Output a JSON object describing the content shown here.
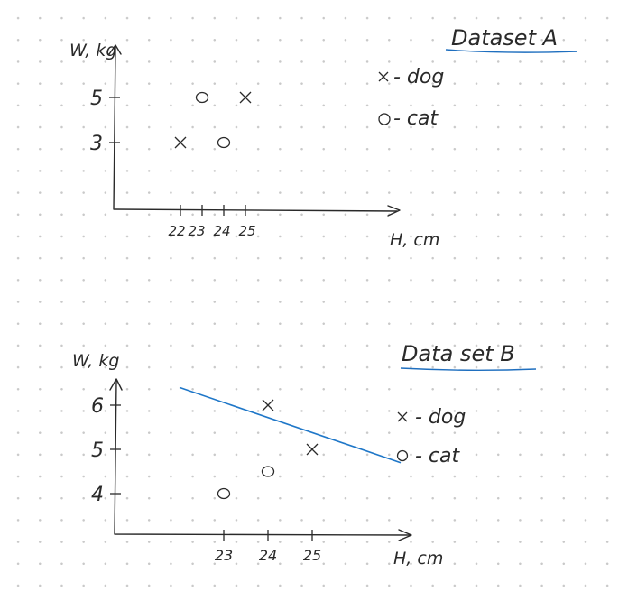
{
  "chart_data": [
    {
      "type": "scatter",
      "title": "Dataset A",
      "xlabel": "H, cm",
      "ylabel": "W, kg",
      "x_ticks": [
        "22",
        "23",
        "24",
        "25"
      ],
      "y_ticks": [
        "5",
        "3"
      ],
      "legend": [
        {
          "symbol": "x",
          "label": "- dog"
        },
        {
          "symbol": "o",
          "label": "- cat"
        }
      ],
      "series": [
        {
          "name": "dog",
          "marker": "x",
          "points": [
            [
              22,
              3
            ],
            [
              25,
              5
            ]
          ]
        },
        {
          "name": "cat",
          "marker": "o",
          "points": [
            [
              23,
              5
            ],
            [
              24,
              3
            ]
          ]
        }
      ]
    },
    {
      "type": "scatter",
      "title": "Data set B",
      "xlabel": "H, cm",
      "ylabel": "W, kg",
      "x_ticks": [
        "23",
        "24",
        "25"
      ],
      "y_ticks": [
        "6",
        "5",
        "4"
      ],
      "legend": [
        {
          "symbol": "x",
          "label": "- dog"
        },
        {
          "symbol": "o",
          "label": "- cat"
        }
      ],
      "series": [
        {
          "name": "dog",
          "marker": "x",
          "points": [
            [
              24,
              6
            ],
            [
              25,
              5
            ]
          ]
        },
        {
          "name": "cat",
          "marker": "o",
          "points": [
            [
              23,
              4
            ],
            [
              24,
              4.5
            ]
          ]
        }
      ],
      "decision_boundary": {
        "from": [
          22,
          6.4
        ],
        "to": [
          27,
          4.7
        ],
        "color": "#1f77c8"
      }
    }
  ]
}
